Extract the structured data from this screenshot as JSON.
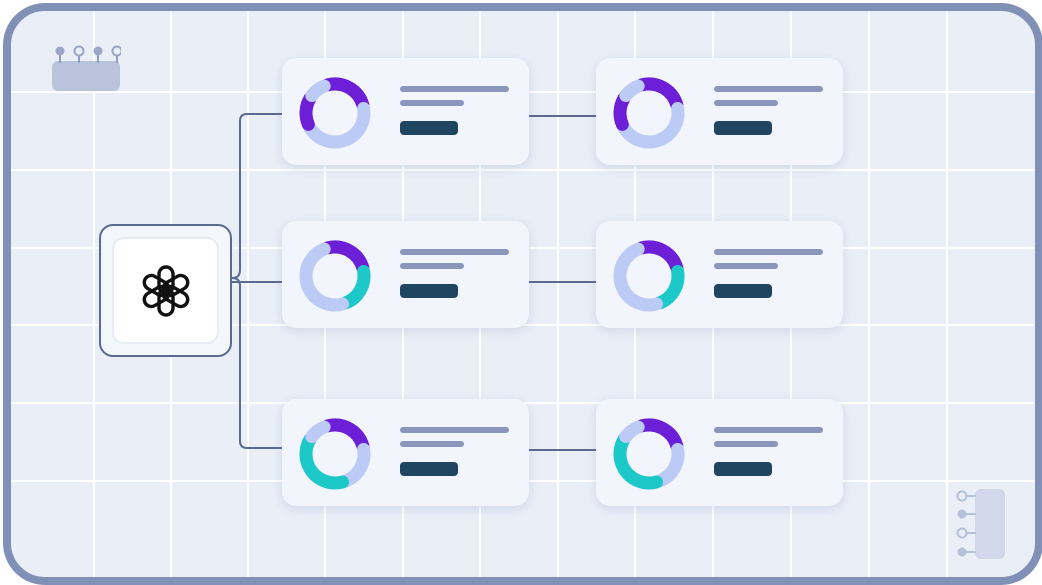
{
  "diagram": {
    "hub": {
      "icon": "openai-logo-icon"
    },
    "cards": [
      {
        "id": "r1c1",
        "row": 1,
        "col": 1,
        "donut": [
          "purple",
          "lavender",
          "lavender",
          "purple",
          "lavender"
        ]
      },
      {
        "id": "r1c2",
        "row": 1,
        "col": 2,
        "donut": [
          "purple",
          "lavender",
          "lavender",
          "purple",
          "lavender"
        ]
      },
      {
        "id": "r2c1",
        "row": 2,
        "col": 1,
        "donut": [
          "purple",
          "teal",
          "lavender",
          "lavender",
          "lavender"
        ]
      },
      {
        "id": "r2c2",
        "row": 2,
        "col": 2,
        "donut": [
          "purple",
          "teal",
          "lavender",
          "lavender",
          "lavender"
        ]
      },
      {
        "id": "r3c1",
        "row": 3,
        "col": 1,
        "donut": [
          "purple",
          "lavender",
          "teal",
          "teal",
          "lavender"
        ]
      },
      {
        "id": "r3c2",
        "row": 3,
        "col": 2,
        "donut": [
          "purple",
          "lavender",
          "teal",
          "teal",
          "lavender"
        ]
      }
    ],
    "connections": [
      [
        "hub",
        "r1c1"
      ],
      [
        "hub",
        "r2c1"
      ],
      [
        "hub",
        "r3c1"
      ],
      [
        "r1c1",
        "r1c2"
      ],
      [
        "r2c1",
        "r2c2"
      ],
      [
        "r3c1",
        "r3c2"
      ]
    ]
  },
  "colors": {
    "frame": "#8190b6",
    "background": "#e9eef7",
    "grid": "#ffffff",
    "connector": "#5b6a8e",
    "purple": "#6c1fd6",
    "teal": "#1cc8c8",
    "lavender": "#bccbf6",
    "text_line": "#8a96bc",
    "pill": "#1f4560"
  }
}
